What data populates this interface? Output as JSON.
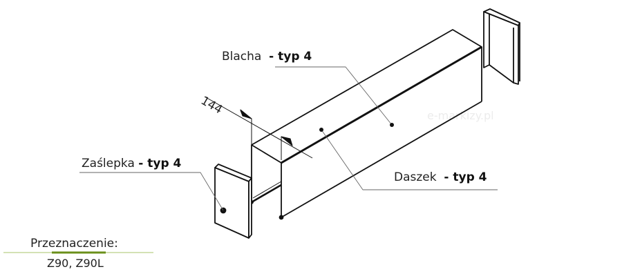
{
  "labels": {
    "blacha": {
      "name": "Blacha",
      "type": "- typ 4"
    },
    "zaslepka": {
      "name": "Zaślepka",
      "type": "- typ 4"
    },
    "daszek": {
      "name": "Daszek",
      "type": "- typ 4"
    }
  },
  "dimension": "144",
  "watermark": "e-markizy.pl",
  "purpose": {
    "title": "Przeznaczenie:",
    "models": "Z90, Z90L"
  },
  "colors": {
    "accent": "#6a8f1a",
    "accent_light": "#a9c46a",
    "line": "#111111"
  }
}
